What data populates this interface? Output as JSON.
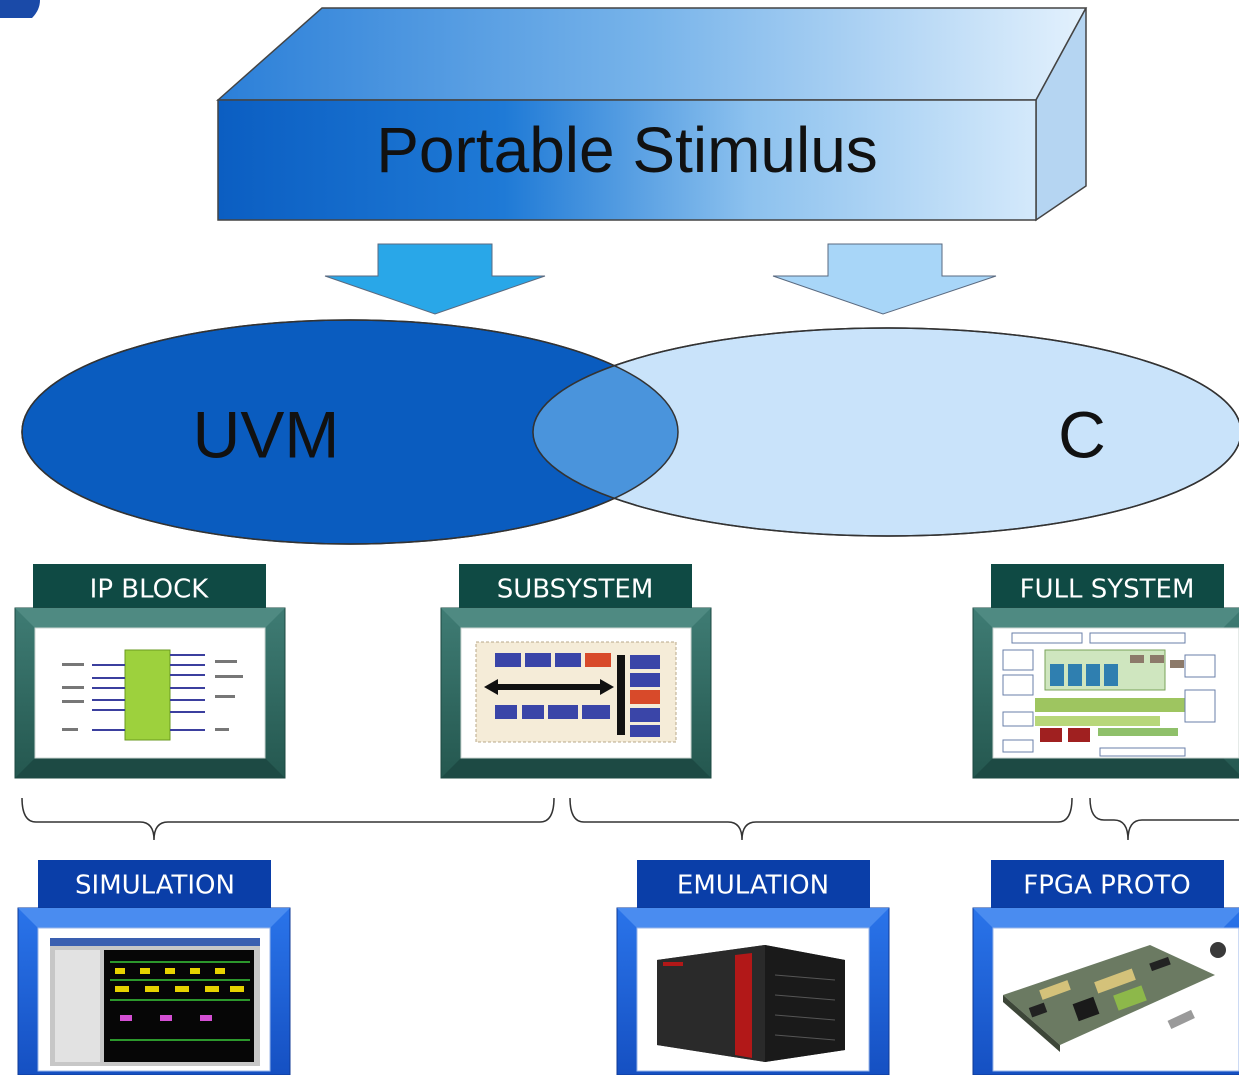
{
  "header": {
    "box_label": "Portable Stimulus"
  },
  "venn": {
    "left_label": "UVM",
    "right_label": "C"
  },
  "levels": [
    {
      "label": "IP BLOCK",
      "image": "ahb-master-block-diagram"
    },
    {
      "label": "SUBSYSTEM",
      "image": "amba-ahb-subsystem-diagram"
    },
    {
      "label": "FULL SYSTEM",
      "image": "soc-full-system-diagram"
    }
  ],
  "platforms": [
    {
      "label": "SIMULATION",
      "image": "waveform-simulator-screenshot"
    },
    {
      "label": "EMULATION",
      "image": "emulator-hardware-photo"
    },
    {
      "label": "FPGA PROTO",
      "image": "fpga-board-photo"
    }
  ],
  "colors": {
    "dark_blue": "#0a5cbf",
    "light_blue": "#c9e3fa",
    "teal_frame": "#2f6b63",
    "teal_tab": "#0f4a44",
    "blue_frame": "#1a5fd8",
    "blue_tab": "#0a3ea8"
  }
}
